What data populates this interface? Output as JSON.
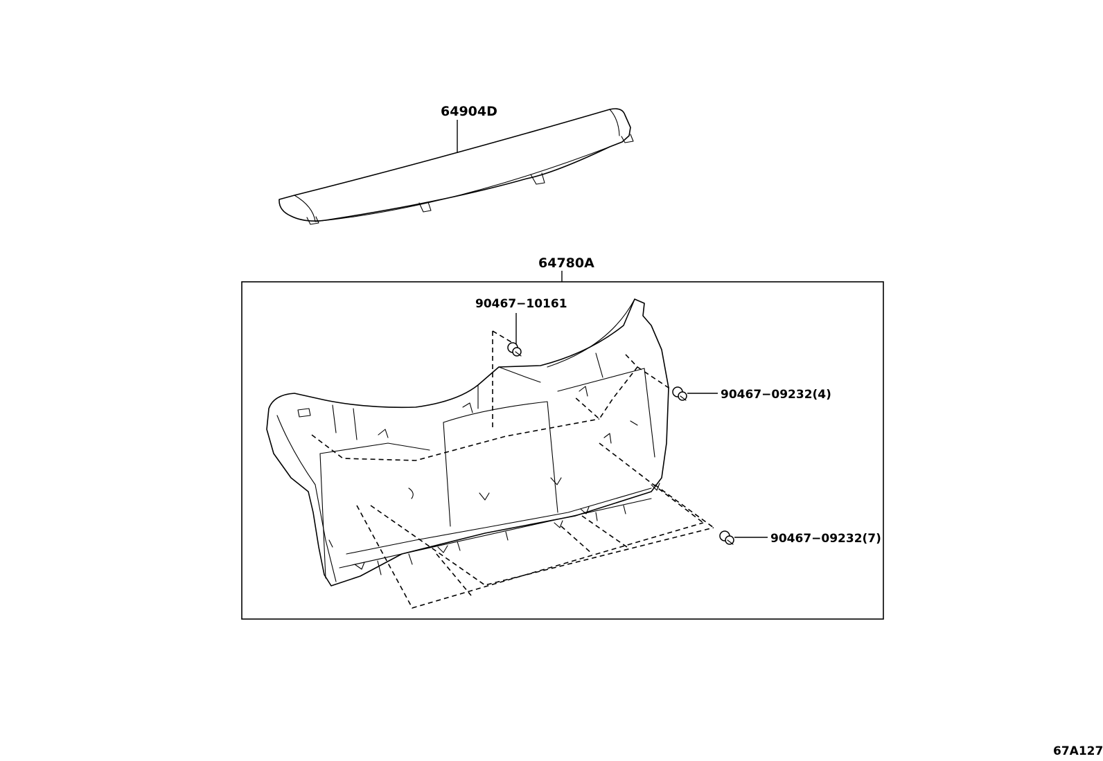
{
  "diagram": {
    "code": "67A127",
    "parts": [
      {
        "id": "64904D",
        "label": "64904D"
      },
      {
        "id": "64780A",
        "label": "64780A"
      },
      {
        "id": "90467-10161",
        "label": "90467−10161"
      },
      {
        "id": "90467-09232-4",
        "label": "90467−09232(4)"
      },
      {
        "id": "90467-09232-7",
        "label": "90467−09232(7)"
      }
    ]
  }
}
